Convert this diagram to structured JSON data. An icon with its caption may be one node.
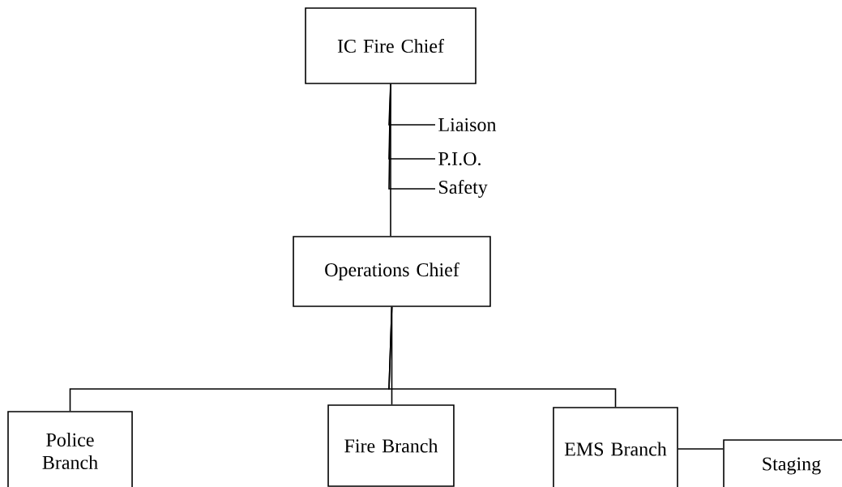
{
  "diagram": {
    "nodes": [
      {
        "text": [
          "IC Fire Chief"
        ]
      },
      {
        "text": [
          "Liaison"
        ]
      },
      {
        "text": [
          "P.I.O."
        ]
      },
      {
        "text": [
          "Safety"
        ]
      },
      {
        "text": [
          "Operations Chief"
        ]
      },
      {
        "text": [
          "Police Branch"
        ]
      },
      {
        "text": [
          "Fire Branch"
        ]
      },
      {
        "text": [
          "EMS Branch"
        ]
      },
      {
        "text": [
          "Staging"
        ]
      }
    ],
    "edges": [
      {
        "from": 0,
        "to": 4,
        "arrow": "none"
      },
      {
        "from": 0,
        "to": 1,
        "arrow": "none"
      },
      {
        "from": 0,
        "to": 2,
        "arrow": "none"
      },
      {
        "from": 0,
        "to": 3,
        "arrow": "none"
      },
      {
        "from": 4,
        "to": 5,
        "arrow": "none"
      },
      {
        "from": 4,
        "to": 6,
        "arrow": "none"
      },
      {
        "from": 4,
        "to": 7,
        "arrow": "none"
      },
      {
        "from": 7,
        "to": 8,
        "arrow": "none"
      }
    ]
  }
}
